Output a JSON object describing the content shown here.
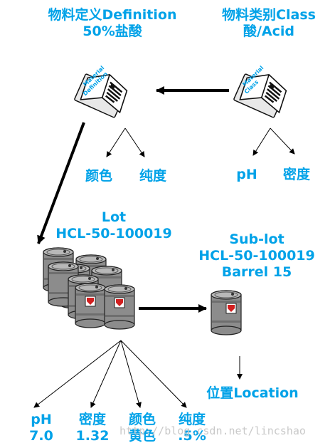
{
  "material_definition": {
    "title": "物料定义Definition",
    "value": "50%盐酸",
    "book_label_1": "Material",
    "book_label_2": "Definition",
    "attributes": [
      "颜色",
      "纯度"
    ]
  },
  "material_class": {
    "title": "物料类别Class",
    "value": "酸/Acid",
    "book_label_1": "Material",
    "book_label_2": "Class",
    "attributes": [
      "pH",
      "密度"
    ]
  },
  "lot": {
    "title": "Lot",
    "id": "HCL-50-100019",
    "properties": [
      {
        "name": "pH",
        "value": "7.0"
      },
      {
        "name": "密度",
        "value": "1.32"
      },
      {
        "name": "颜色",
        "value": "黄色"
      },
      {
        "name": "纯度",
        "value": ".5%"
      }
    ]
  },
  "sublot": {
    "title": "Sub-lot",
    "id": "HCL-50-100019",
    "barrel": "Barrel 15",
    "location": "位置Location"
  },
  "watermark": "http://blog.csdn.net/lincshao",
  "colors": {
    "label": "#00a2e8",
    "arrow": "#000000",
    "barrel": "#8c8c8c",
    "hazard": "#d21f1f"
  }
}
